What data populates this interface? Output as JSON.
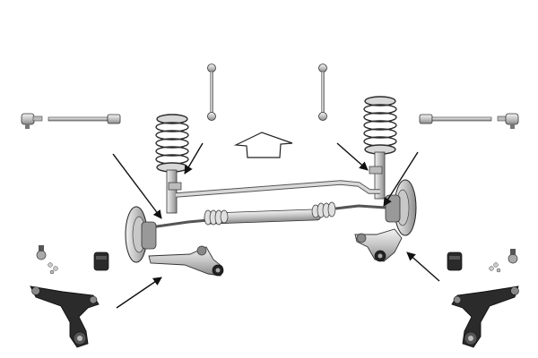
{
  "diagram": {
    "labels": [],
    "colors": {
      "background": "#ffffff",
      "line": "#1a1a1a",
      "metal_light": "#e4e4e4",
      "metal_mid": "#b9b9b9",
      "metal_dark": "#7a7a7a",
      "black_part": "#202020",
      "arrow": "#111111"
    },
    "parts": [
      "left-tie-rod-end",
      "left-tie-rod",
      "left-stabilizer-link",
      "right-stabilizer-link",
      "right-tie-rod",
      "right-tie-rod-end",
      "left-coil-spring",
      "right-coil-spring",
      "left-strut",
      "right-strut",
      "stabilizer-bar",
      "steering-rack",
      "left-brake-disc",
      "right-brake-disc",
      "left-lower-control-arm",
      "right-lower-control-arm",
      "left-ball-joint",
      "right-ball-joint",
      "left-bushing",
      "right-bushing",
      "left-control-arm-detail",
      "right-control-arm-detail",
      "forward-direction-arrow",
      "pointer-arrows"
    ]
  }
}
